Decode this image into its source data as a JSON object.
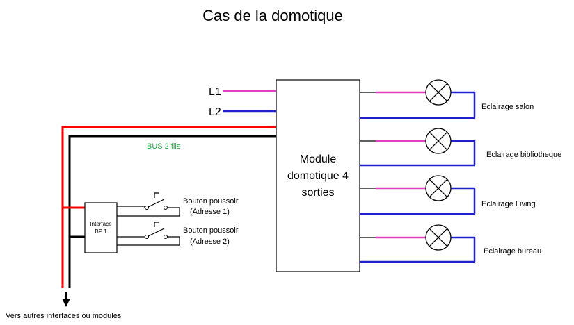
{
  "title": "Cas de la domotique",
  "lines": {
    "l1": "L1",
    "l2": "L2"
  },
  "bus_label": "BUS 2 fils",
  "module": {
    "line1": "Module",
    "line2": "domotique 4",
    "line3": "sorties"
  },
  "interface": {
    "line1": "Interface",
    "line2": "BP 1"
  },
  "buttons": [
    {
      "line1": "Bouton poussoir",
      "line2": "(Adresse 1)"
    },
    {
      "line1": "Bouton poussoir",
      "line2": "(Adresse 2)"
    }
  ],
  "outputs": [
    {
      "label": "Eclairage salon"
    },
    {
      "label": "Eclairage bibliotheque"
    },
    {
      "label": "Eclairage Living"
    },
    {
      "label": "Eclairage bureau"
    }
  ],
  "footer": "Vers autres interfaces  ou modules",
  "colors": {
    "phase": "#e040c0",
    "neutral": "#2020cc",
    "bus_red": "#ff0000",
    "bus_black": "#000000",
    "bus_text": "#22aa44"
  }
}
